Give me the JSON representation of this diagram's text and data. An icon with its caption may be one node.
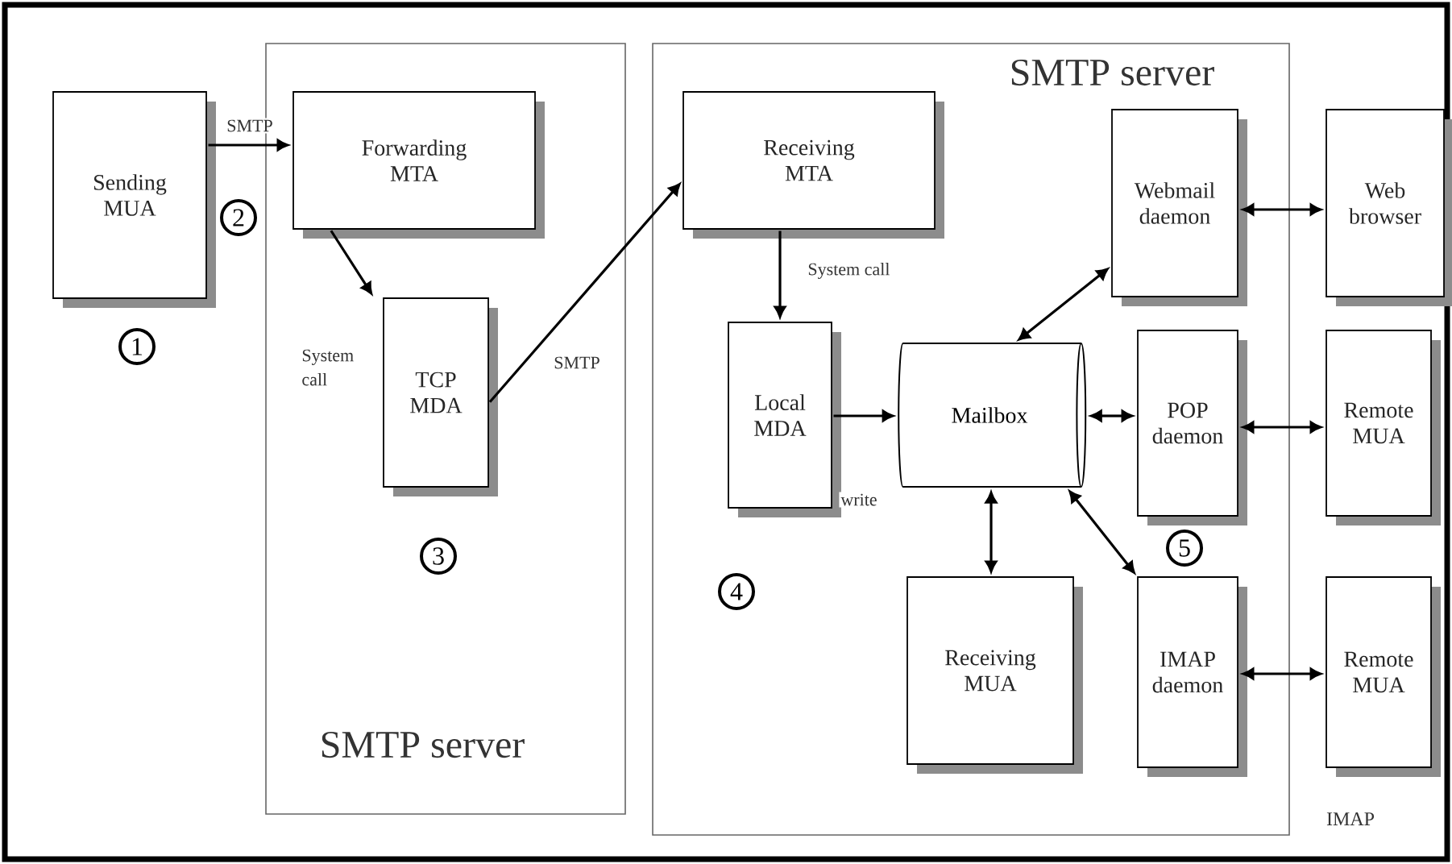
{
  "diagram": {
    "nodes": [
      {
        "text": [
          "SMTP server"
        ]
      },
      {
        "text": [
          "Sending MUA"
        ]
      },
      {
        "text": [
          "Forwarding MTA"
        ],
        "in": 0
      },
      {
        "text": [
          "TCP MDA"
        ],
        "in": 0
      },
      {
        "text": [
          "SMTP server"
        ]
      },
      {
        "text": [
          "Receiving MTA"
        ],
        "in": 4
      },
      {
        "text": [
          "Local MDA"
        ],
        "in": 4
      },
      {
        "text": [
          "Mailbox"
        ],
        "in": 4
      },
      {
        "text": [
          "Webmail daemon"
        ],
        "in": 4
      },
      {
        "text": [
          "POP daemon"
        ],
        "in": 4
      },
      {
        "text": [
          "Receiving MUA"
        ],
        "in": 4
      },
      {
        "text": [
          "IMAP daemon"
        ],
        "in": 4
      },
      {
        "text": [
          "Web browser"
        ]
      },
      {
        "text": [
          "Remote MUA"
        ]
      },
      {
        "text": [
          "Remote MUA"
        ]
      }
    ],
    "edges": [
      {
        "from": 1,
        "to": 2,
        "arrow": "to",
        "label": "SMTP"
      },
      {
        "from": 2,
        "to": 3,
        "arrow": "to",
        "label": "System call"
      },
      {
        "from": 3,
        "to": 5,
        "arrow": "to",
        "label": "SMTP"
      },
      {
        "from": 5,
        "to": 6,
        "arrow": "to",
        "label": "System call"
      },
      {
        "from": 6,
        "to": 7,
        "arrow": "to",
        "label": "write"
      },
      {
        "from": 7,
        "to": 8,
        "arrow": "both"
      },
      {
        "from": 7,
        "to": 9,
        "arrow": "both"
      },
      {
        "from": 7,
        "to": 10,
        "arrow": "both"
      },
      {
        "from": 7,
        "to": 11,
        "arrow": "both"
      },
      {
        "from": 8,
        "to": 12,
        "arrow": "both"
      },
      {
        "from": 9,
        "to": 13,
        "arrow": "both"
      },
      {
        "from": 11,
        "to": 14,
        "arrow": "both"
      }
    ],
    "labels": [
      "1",
      "2",
      "3",
      "4",
      "5",
      "IMAP"
    ]
  }
}
